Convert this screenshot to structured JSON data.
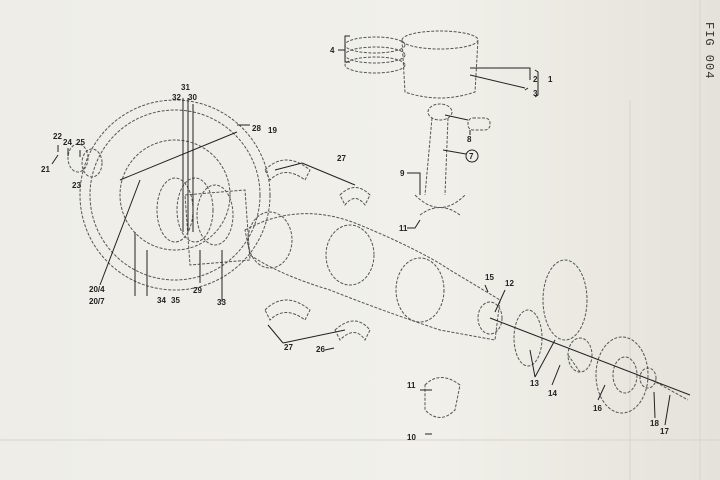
{
  "figure": {
    "title": "FIG 004"
  },
  "labels": {
    "l1": "1",
    "l2": "2",
    "l3": "3",
    "l4": "4",
    "l8": "8",
    "l7": "7",
    "l9": "9",
    "l11a": "11",
    "l27a": "27",
    "l22": "22",
    "l24": "24",
    "l25": "25",
    "l21": "21",
    "l23": "23",
    "l31": "31",
    "l32": "32",
    "l30": "30",
    "l28": "28",
    "l19": "19",
    "l20_4": "20/4",
    "l20_7": "20/7",
    "l34": "34",
    "l35": "35",
    "l29": "29",
    "l33": "33",
    "l27b": "27",
    "l26": "26",
    "l15": "15",
    "l12": "12",
    "l13": "13",
    "l14": "14",
    "l16": "16",
    "l18": "18",
    "l17": "17",
    "l11b": "11",
    "l10": "10"
  }
}
